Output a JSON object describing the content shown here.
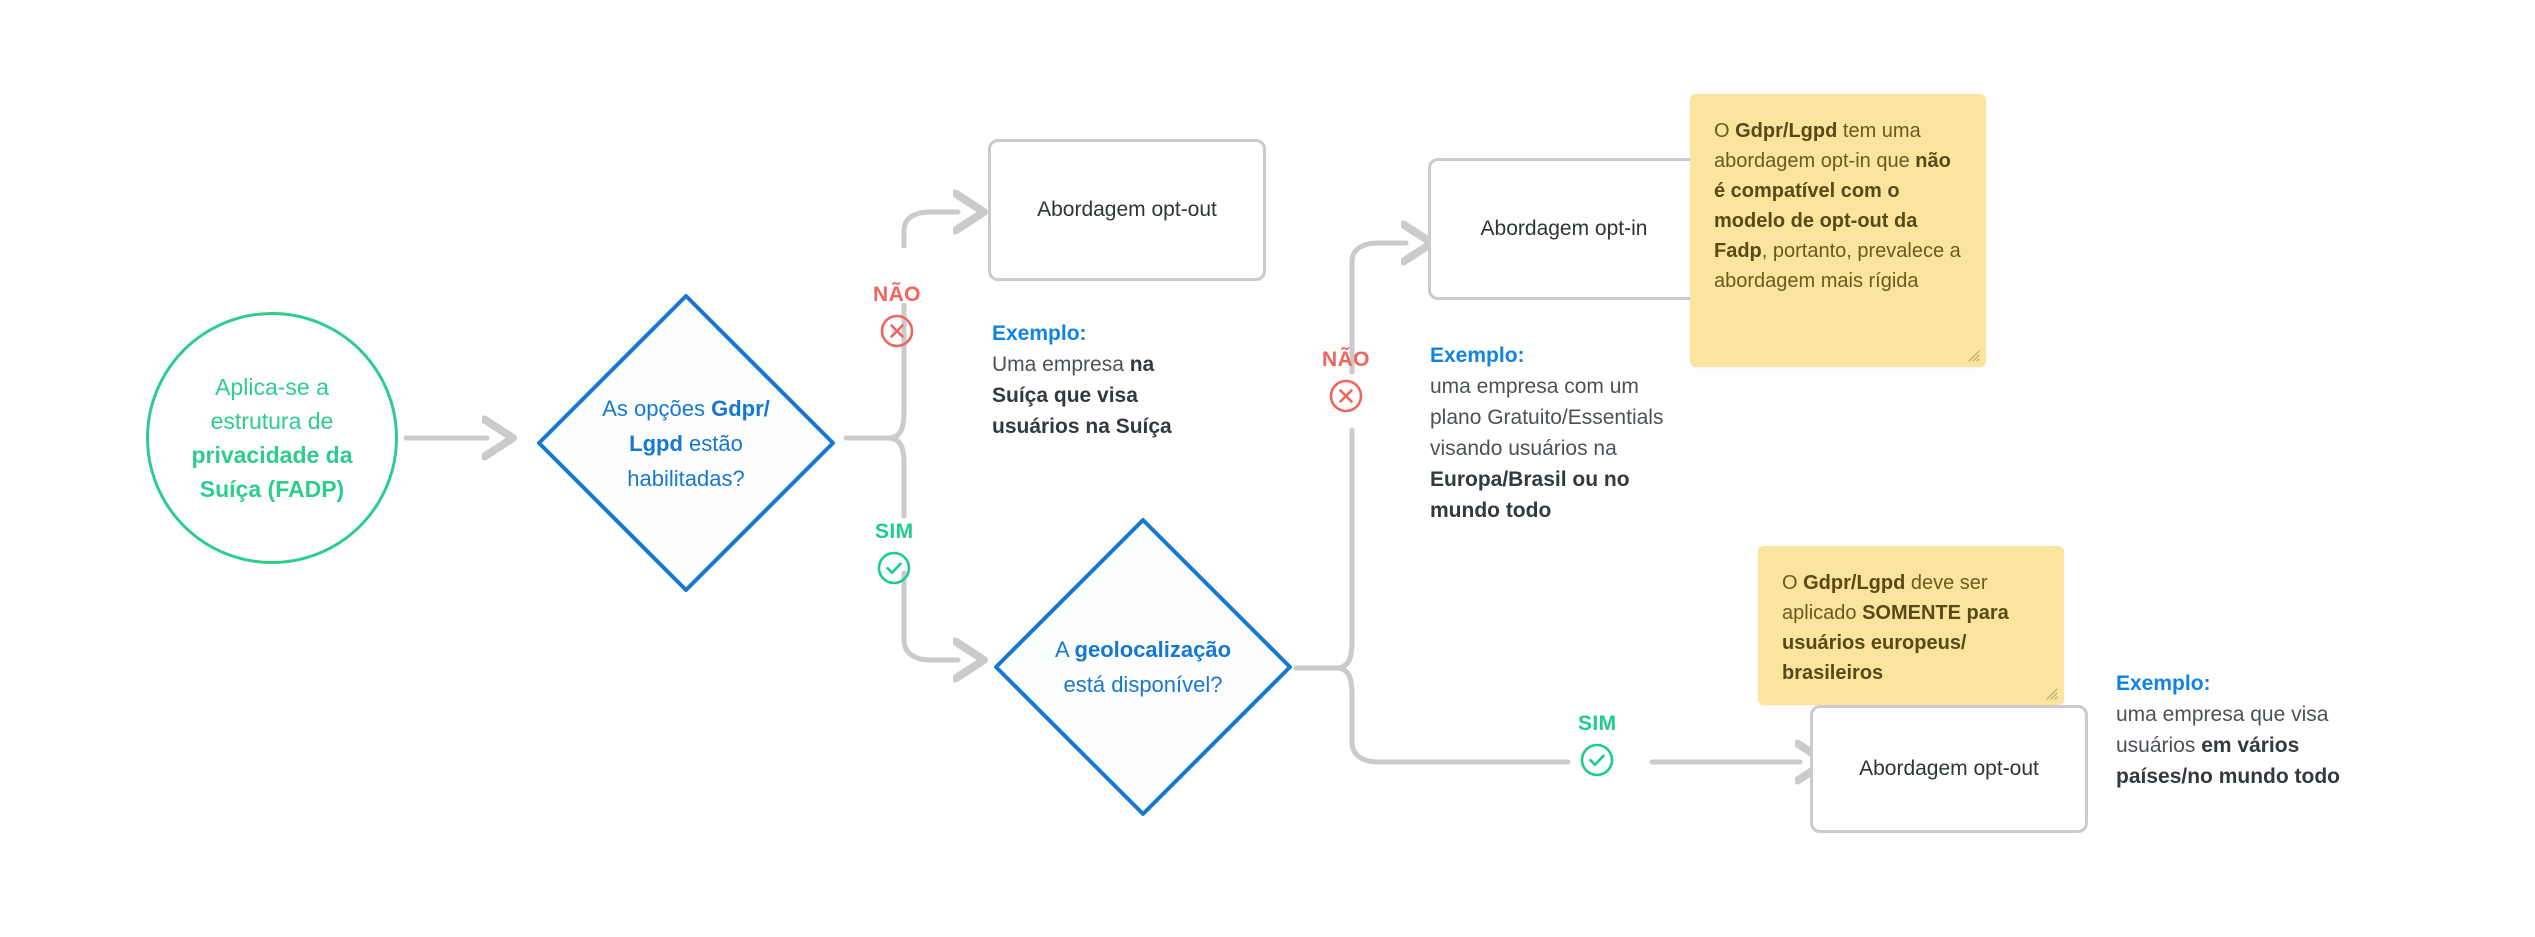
{
  "diagram": {
    "title": "Fluxograma de privacidade Suica FADP",
    "colors": {
      "green": "#2ECC8F",
      "blue": "#1778CD",
      "blue_text": "#1383E0",
      "red": "#F2645F",
      "gray_line": "#C9CBCC",
      "sticky_yellow": "#FBE49E",
      "sticky_text": "#6B5A1E",
      "box_text": "#2F3437"
    }
  },
  "start": {
    "line1": "Aplica-se a",
    "line2": "estrutura de",
    "bold1": "privacidade da",
    "bold2": "Suíça (FADP)"
  },
  "decisions": [
    {
      "id": "gdpr-lgpd-enabled",
      "pre": "As opções ",
      "bold": "Gdpr/ Lgpd",
      "post": " estão habilitadas?"
    },
    {
      "id": "geolocation-available",
      "pre": "A ",
      "bold": "geolocalização",
      "post": " está disponível?"
    }
  ],
  "branches": {
    "no_label": "NÃO",
    "yes_label": "SIM",
    "no_icon": "circle-x-icon",
    "yes_icon": "circle-check-icon"
  },
  "boxes": [
    {
      "id": "optout-top",
      "label": "Abordagem opt-out"
    },
    {
      "id": "optin-mid",
      "label": "Abordagem opt-in"
    },
    {
      "id": "optout-bottom",
      "label": "Abordagem opt-out"
    }
  ],
  "examples": [
    {
      "id": "example-switzerland",
      "head": "Exemplo:",
      "plain": "Uma empresa ",
      "bold": "na Suíça que visa usuários na Suíça"
    },
    {
      "id": "example-free-essentials",
      "head": "Exemplo:",
      "plain": "uma empresa com um plano Gratuito/Essentials visando usuários na ",
      "bold": "Europa/Brasil ou no mundo todo"
    },
    {
      "id": "example-worldwide",
      "head": "Exemplo:",
      "plain": "uma empresa que visa usuários ",
      "bold": "em vários países/no mundo todo"
    }
  ],
  "notes": [
    {
      "id": "note-optin-incompatible",
      "seg1": "O ",
      "seg2_bold": "Gdpr/Lgpd",
      "seg3": " tem uma abordagem opt-in que ",
      "seg4_bold": "não é compatível com o modelo de opt-out da Fadp",
      "seg5": ", portanto, prevalece a abordagem mais rígida"
    },
    {
      "id": "note-eu-br-only",
      "seg1": "O ",
      "seg2_bold": "Gdpr/Lgpd",
      "seg3": " deve ser aplicado ",
      "seg4_bold": "SOMENTE para usuários europeus/ brasileiros",
      "seg5": ""
    }
  ]
}
